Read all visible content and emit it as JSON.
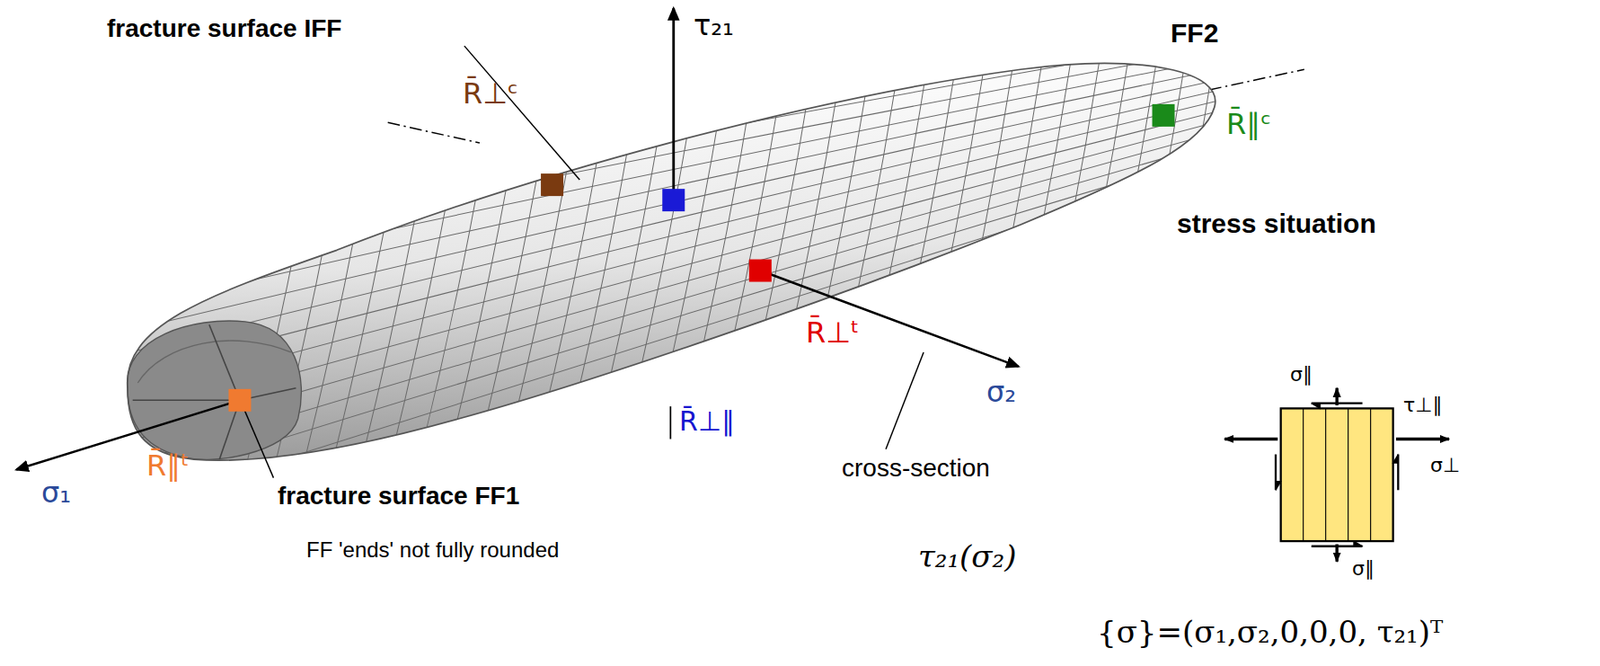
{
  "diagram": {
    "labels": [
      "fracture surface IFF",
      "τ₂₁",
      "FF2",
      "R̄⊥ᶜ",
      "R̄∥ᶜ",
      "stress situation",
      "R̄⊥ᵗ",
      "σ₂",
      "R̄⊥∥",
      "σ₁",
      "R̄∥ᵗ",
      "fracture surface FF1",
      "FF 'ends' not fully rounded",
      "cross-section",
      "τ₂₁(σ₂)",
      "σ∥",
      "τ⊥∥",
      "σ⊥",
      "σ∥",
      "{σ}=(σ₁,σ₂,0,0,0, τ₂₁)ᵀ"
    ]
  }
}
